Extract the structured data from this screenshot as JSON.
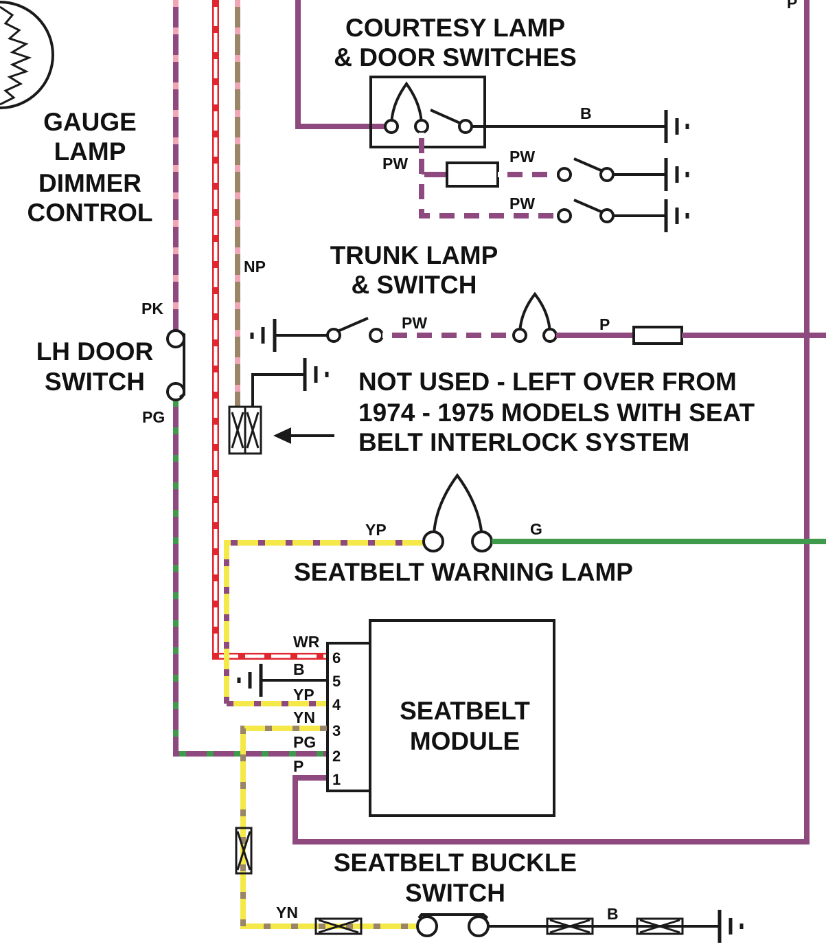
{
  "colors": {
    "purple": "#8e4a7f",
    "pink": "#f0a6b4",
    "red": "#e0262f",
    "white": "#ffffff",
    "tan": "#9a8566",
    "green": "#3f9a4b",
    "yellow": "#f5e94a",
    "black": "#1a1a1a"
  },
  "titles": {
    "gauge_lamp": [
      "GAUGE",
      "LAMP",
      "DIMMER",
      "CONTROL"
    ],
    "courtesy": [
      "COURTESY LAMP",
      "& DOOR SWITCHES"
    ],
    "trunk": [
      "TRUNK LAMP",
      "& SWITCH"
    ],
    "lh_door": [
      "LH DOOR",
      "SWITCH"
    ],
    "not_used": [
      "NOT USED - LEFT OVER FROM",
      "1974 - 1975 MODELS WITH SEAT",
      "BELT INTERLOCK SYSTEM"
    ],
    "warning_lamp": "SEATBELT WARNING LAMP",
    "module": [
      "SEATBELT",
      "MODULE"
    ],
    "buckle": [
      "SEATBELT BUCKLE",
      "SWITCH"
    ]
  },
  "wire_labels": {
    "top_right_p": "P",
    "courtesy_b": "B",
    "courtesy_pw_left": "PW",
    "courtesy_pw_1": "PW",
    "courtesy_pw_2": "PW",
    "np": "NP",
    "pk": "PK",
    "pg": "PG",
    "trunk_pw": "PW",
    "trunk_p": "P",
    "lamp_yp": "YP",
    "lamp_g": "G",
    "module_wr": "WR",
    "module_b": "B",
    "module_yp": "YP",
    "module_yn": "YN",
    "module_pg": "PG",
    "module_p": "P",
    "buckle_yn": "YN",
    "buckle_b": "B"
  },
  "module_pins": [
    "6",
    "5",
    "4",
    "3",
    "2",
    "1"
  ]
}
